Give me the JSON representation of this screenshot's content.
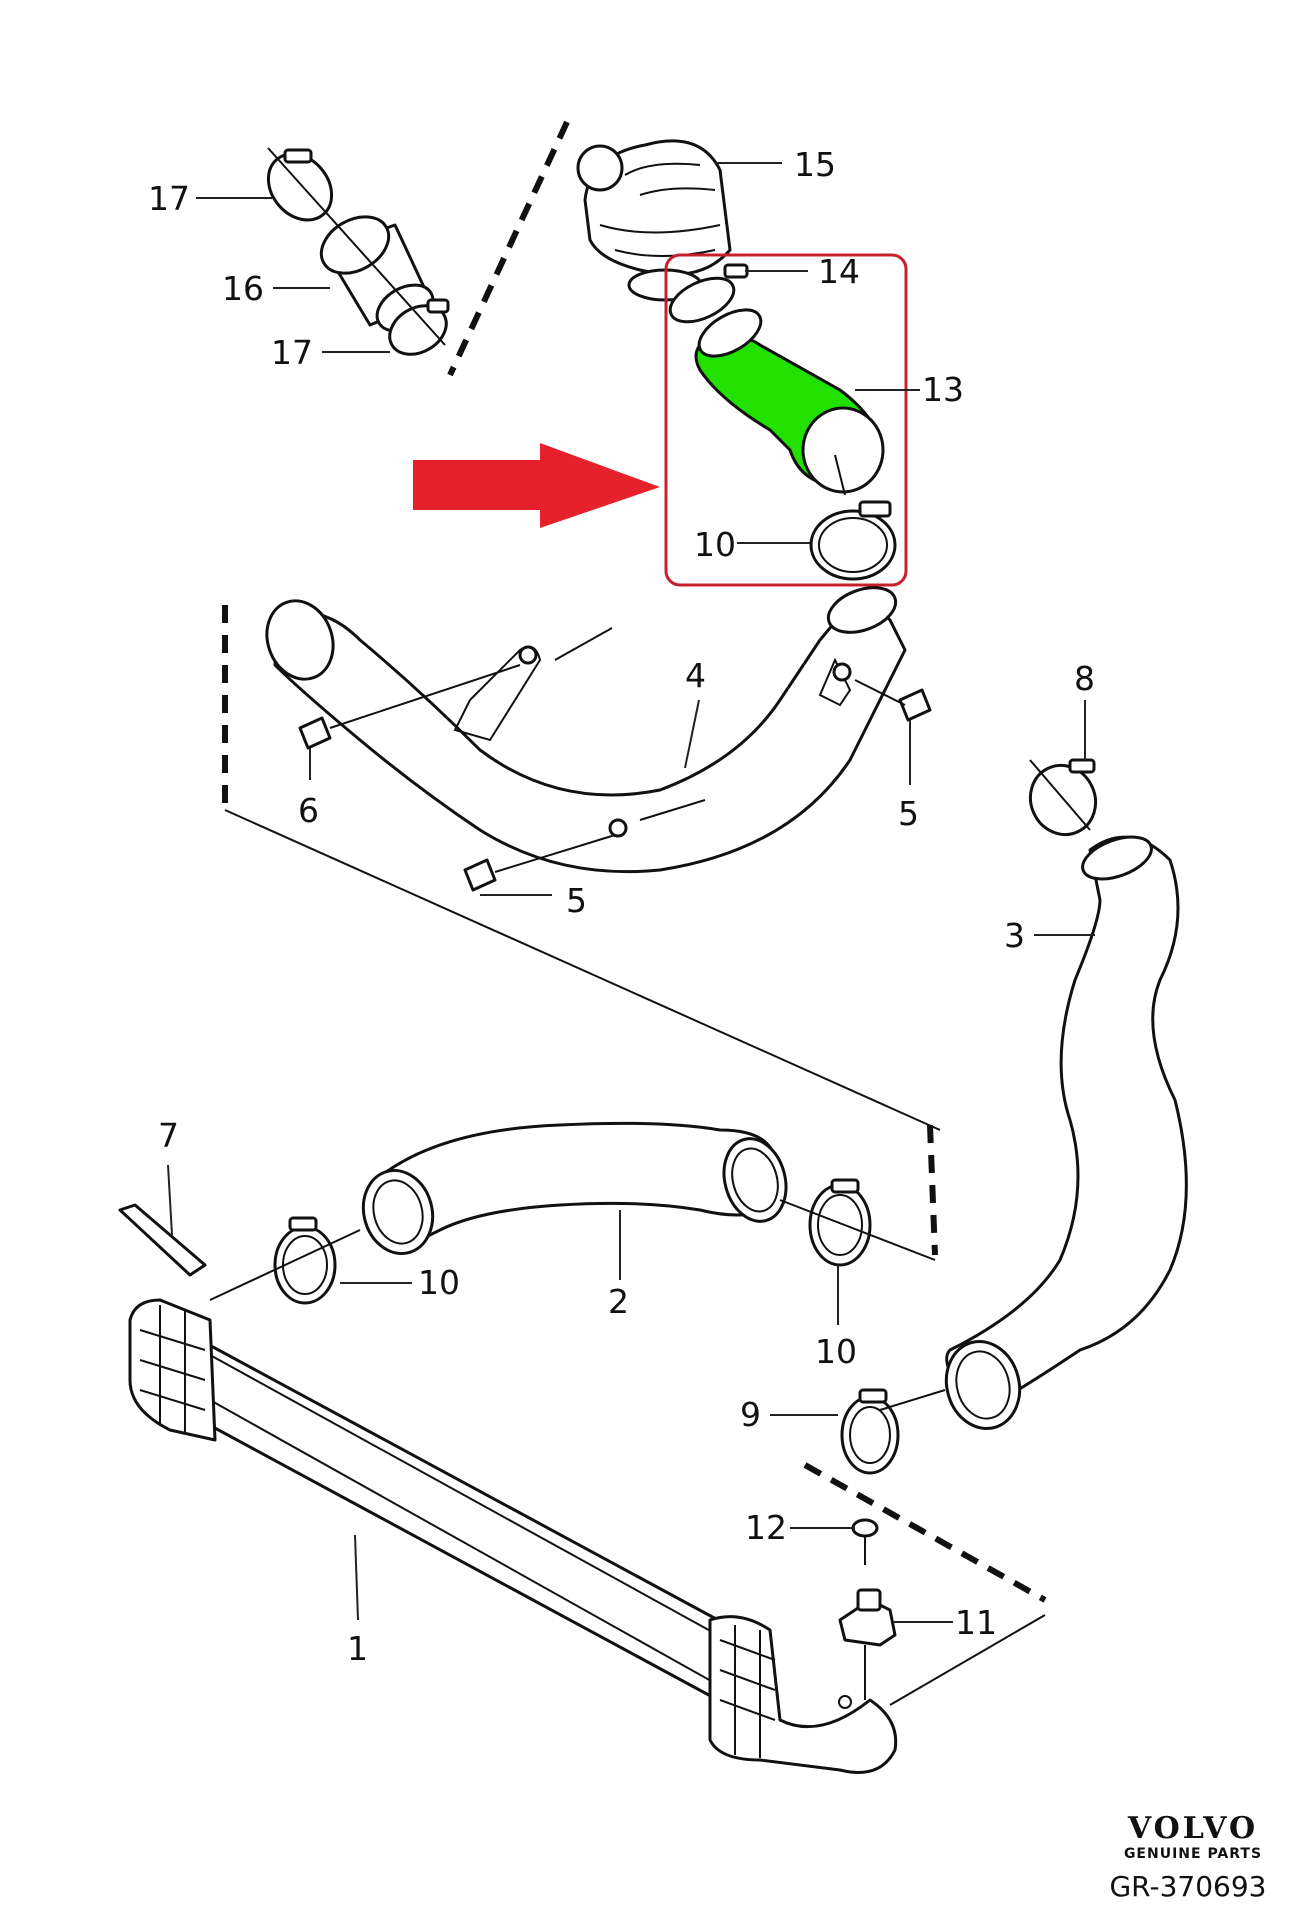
{
  "callouts": {
    "c17a": "17",
    "c16": "16",
    "c17b": "17",
    "c15": "15",
    "c14": "14",
    "c13": "13",
    "c10a": "10",
    "c4": "4",
    "c8": "8",
    "c6": "6",
    "c5a": "5",
    "c5b": "5",
    "c3": "3",
    "c7": "7",
    "c10b": "10",
    "c2": "2",
    "c10c": "10",
    "c9": "9",
    "c12": "12",
    "c11": "11",
    "c1": "1"
  },
  "brand": {
    "name": "VOLVO",
    "subtitle": "GENUINE PARTS"
  },
  "document_id": "GR-370693",
  "colors": {
    "highlight_part": "#22e000",
    "highlight_box": "#c8202a",
    "arrow": "#e5222b",
    "line": "#111111"
  }
}
